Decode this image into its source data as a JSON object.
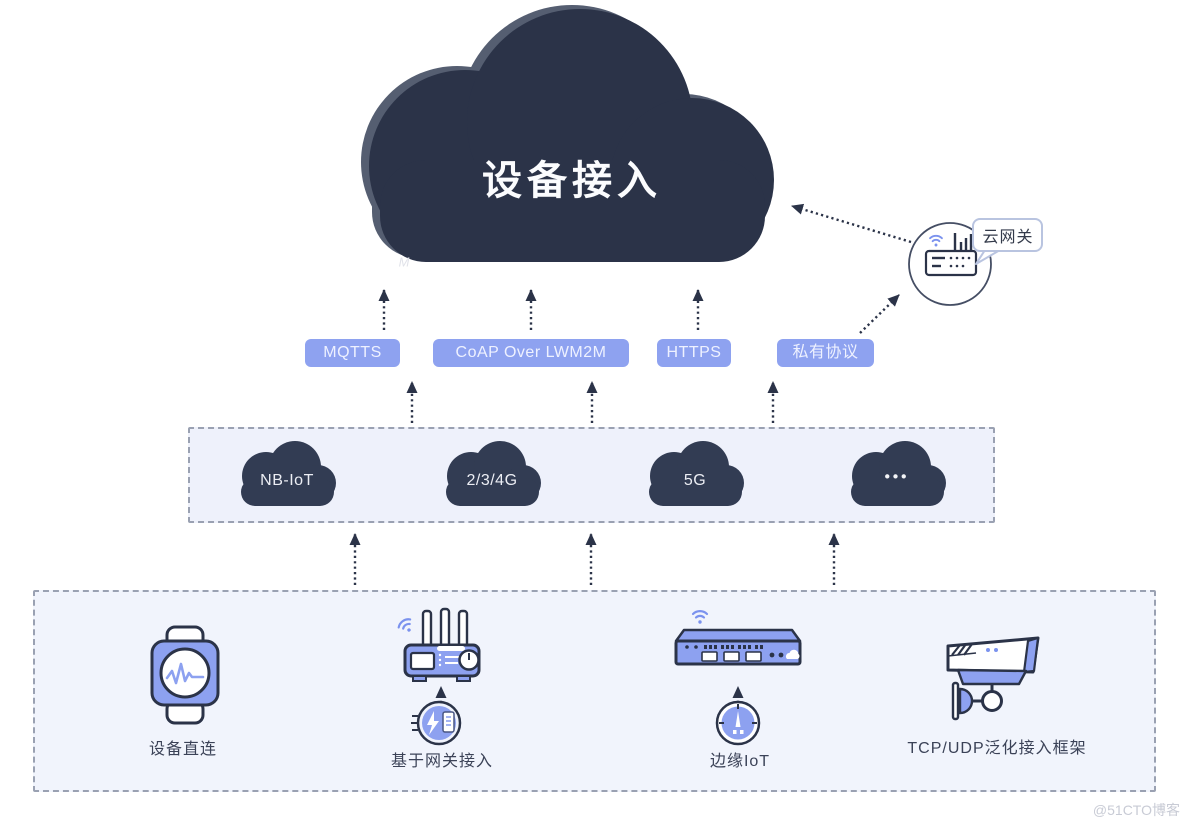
{
  "main_cloud": {
    "title": "设备接入"
  },
  "cloud_gateway": {
    "label": "云网关",
    "icon": "wifi-router-icon"
  },
  "protocols": {
    "mqtts": "MQTTS",
    "coap": "CoAP Over LWM2M",
    "https": "HTTPS",
    "private": "私有协议"
  },
  "networks": {
    "nbiot": "NB-IoT",
    "cellular": "2/3/4G",
    "fiveg": "5G",
    "more": "•••"
  },
  "devices": {
    "direct": {
      "label": "设备直连",
      "icon": "smartwatch-icon"
    },
    "gateway": {
      "label": "基于网关接入",
      "icon": "antenna-router-icon"
    },
    "edge": {
      "label": "边缘IoT",
      "icon": "network-switch-icon"
    },
    "tcpudp": {
      "label": "TCP/UDP泛化接入框架",
      "icon": "cctv-camera-icon"
    }
  },
  "watermark": {
    "site": "@51CTO博客",
    "faint": "M"
  },
  "colors": {
    "cloud_dark": "#2b3348",
    "cloud_rim": "#555e71",
    "mini_cloud": "#323c53",
    "badge_blue": "#8ea2f0",
    "accent_blue": "#7b92ee",
    "panel_bg": "#eef1fb",
    "dash_border": "#9aa1b2",
    "label_text": "#3b4257"
  }
}
